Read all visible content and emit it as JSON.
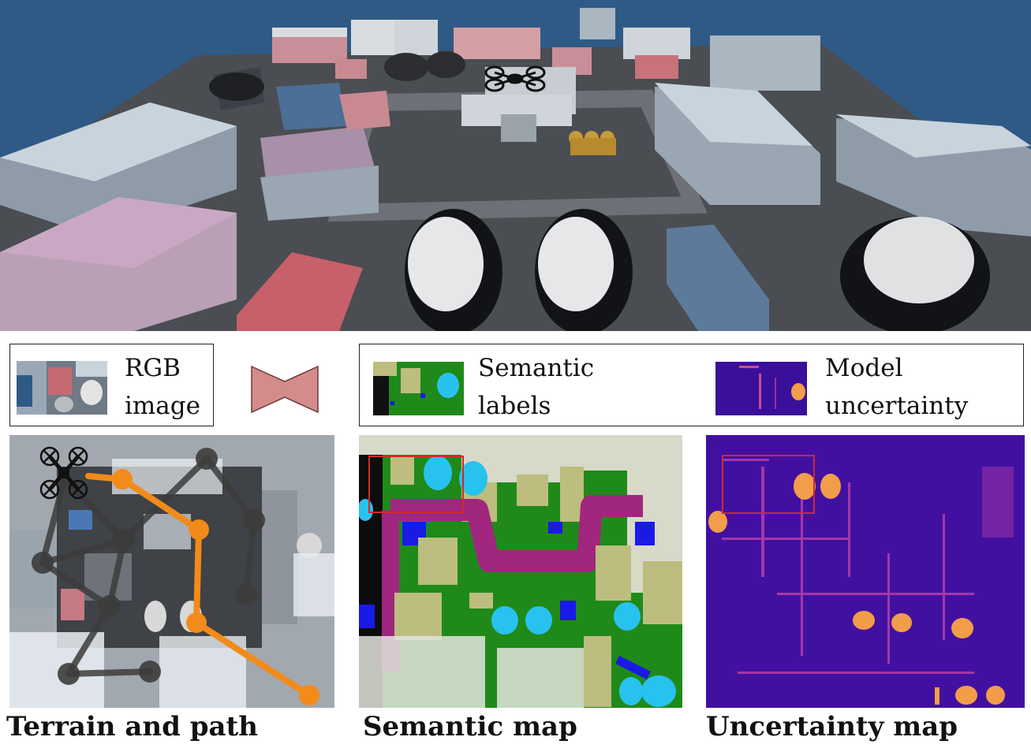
{
  "legend_left": {
    "rgb_label": "RGB\nimage"
  },
  "legend_right": {
    "semantic_label": "Semantic\nlabels",
    "uncertainty_label": "Model\nuncertainty"
  },
  "captions": {
    "terrain": "Terrain and path",
    "semantic": "Semantic map",
    "uncertainty": "Uncertainty map"
  },
  "colors": {
    "sky": "#2f5a86",
    "path_orange": "#f28b1a",
    "graph_gray": "#3c3c3c",
    "network_pink": "#d48b8b",
    "semantic_green": "#1f8a1a",
    "semantic_khaki": "#bcbd7e",
    "semantic_purple": "#a0267f",
    "semantic_cyan": "#28c2ee",
    "semantic_blue": "#1a1ae6",
    "uncertainty_bg": "#3a0f9a",
    "uncertainty_hot": "#f29d4a",
    "roi_red": "#d02a2a"
  },
  "icons": {
    "drone": "quadrotor-drone-icon",
    "network": "encoder-decoder-icon"
  }
}
